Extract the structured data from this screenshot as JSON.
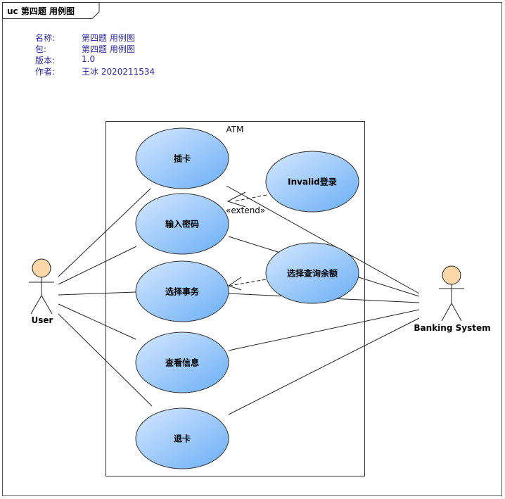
{
  "header": {
    "title": "uc 第四题 用例图"
  },
  "metadata": [
    {
      "key": "名称:",
      "value": "第四题 用例图"
    },
    {
      "key": "包:",
      "value": "第四题 用例图"
    },
    {
      "key": "版本:",
      "value": "1.0"
    },
    {
      "key": "作者:",
      "value": "王冰 2020211534"
    }
  ],
  "system": {
    "name": "ATM"
  },
  "actors": {
    "user": "User",
    "bank": "Banking System"
  },
  "use_cases": {
    "insert_card": "插卡",
    "enter_password": "输入密码",
    "select_transaction": "选择事务",
    "view_info": "查看信息",
    "eject_card": "退卡",
    "invalid_login": "Invalid登录",
    "query_balance": "选择查询余额"
  },
  "relations": {
    "extend_label": "«extend»"
  },
  "colors": {
    "usecase_fill_light": "#d6e8ff",
    "usecase_fill_dark": "#6aaef5",
    "actor_head": "#fbd6a8",
    "meta_text": "#2a2aa0"
  }
}
